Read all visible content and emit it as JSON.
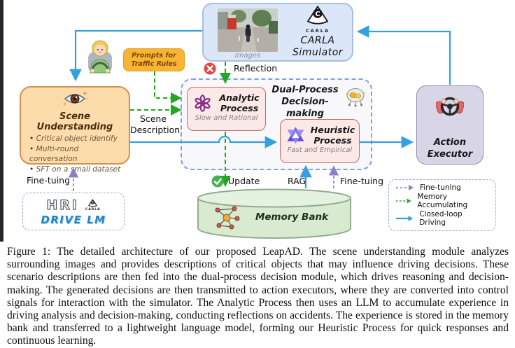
{
  "figure": {
    "carla_box": {
      "images_caption": "Images",
      "logo_c": "C",
      "logo_label": "CARLA",
      "title": [
        "CARLA",
        "Simulator"
      ]
    },
    "reflection_label": "Reflection",
    "prompts_box": [
      "Prompts for",
      "Traffic Rules"
    ],
    "scene_box": {
      "title": "Scene Understanding",
      "bullets": [
        "Critical object identify",
        "Multi-round conversation",
        "SFT on a small dataset"
      ]
    },
    "scene_description": [
      "Scene",
      "Description"
    ],
    "dual_box": {
      "title": [
        "Dual-Process",
        "Decision-making"
      ],
      "analytic": {
        "title": [
          "Analytic",
          "Process"
        ],
        "subtitle": "Slow and Rational"
      },
      "heuristic": {
        "title": [
          "Heuristic",
          "Process"
        ],
        "subtitle": "Fast and Empirical"
      }
    },
    "action_box": {
      "title": [
        "Action",
        "Executor"
      ]
    },
    "memory_bank": {
      "title": "Memory Bank"
    },
    "flow_labels": {
      "update": "Update",
      "rag": "RAG",
      "fine_tuning_mid": "Fine-tuing",
      "fine_tuning_left": "Fine-tuing"
    },
    "pretrain_box": {
      "hri": "HRI",
      "carla_c": "C",
      "carla_label": "CARLA",
      "drivelm": "DRIVE LM"
    },
    "legend": [
      {
        "label": "Fine-tuning",
        "color": "#8f7ec6",
        "style": "dashed"
      },
      {
        "label": "Memory Accumulating",
        "color": "#22a822",
        "style": "dashed"
      },
      {
        "label": "Closed-loop Driving",
        "color": "#35a0e0",
        "style": "solid"
      }
    ],
    "colors": {
      "closed_loop": "#35a0e0",
      "memory_accumulating": "#22a822",
      "fine_tuning": "#8f7ec6",
      "scene_fill": "#fcdcaa",
      "carla_fill": "#dbe7f9",
      "process_fill": "#fbe9e7",
      "action_fill": "#d7d5e6",
      "memory_fill": "#d8ebd1",
      "prompts_fill": "#f9b434"
    }
  },
  "caption": "Figure 1: The detailed architecture of our proposed LeapAD. The scene understanding module analyzes surrounding images and provides descriptions of critical objects that may influence driving decisions. These scenario descriptions are then fed into the dual-process decision module, which drives reasoning and decision-making. The generated decisions are then transmitted to action executors, where they are converted into control signals for interaction with the simulator. The Analytic Process then uses an LLM to accumulate experience in driving analysis and decision-making, conducting reflections on accidents. The experience is stored in the memory bank and transferred to a lightweight language model, forming our Heuristic Process for quick responses and continuous learning."
}
